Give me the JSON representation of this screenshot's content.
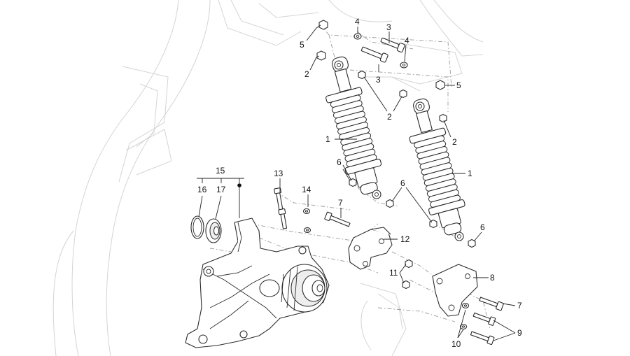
{
  "diagram": {
    "callouts": [
      {
        "key": "c1",
        "text": "5"
      },
      {
        "key": "c2",
        "text": "4"
      },
      {
        "key": "c3",
        "text": "3"
      },
      {
        "key": "c4",
        "text": "4"
      },
      {
        "key": "c5",
        "text": "2"
      },
      {
        "key": "c6",
        "text": "3"
      },
      {
        "key": "c7",
        "text": "5"
      },
      {
        "key": "c8",
        "text": "2"
      },
      {
        "key": "c9",
        "text": "2"
      },
      {
        "key": "c10",
        "text": "1"
      },
      {
        "key": "c11",
        "text": "6"
      },
      {
        "key": "c12",
        "text": "1"
      },
      {
        "key": "c13",
        "text": "15"
      },
      {
        "key": "c14",
        "text": "16"
      },
      {
        "key": "c15",
        "text": "17"
      },
      {
        "key": "c16",
        "text": "13"
      },
      {
        "key": "c17",
        "text": "14"
      },
      {
        "key": "c18",
        "text": "7"
      },
      {
        "key": "c19",
        "text": "6"
      },
      {
        "key": "c20",
        "text": "6"
      },
      {
        "key": "c21",
        "text": "12"
      },
      {
        "key": "c22",
        "text": "11"
      },
      {
        "key": "c23",
        "text": "8"
      },
      {
        "key": "c24",
        "text": "7"
      },
      {
        "key": "c25",
        "text": "9"
      },
      {
        "key": "c26",
        "text": "10"
      }
    ]
  }
}
